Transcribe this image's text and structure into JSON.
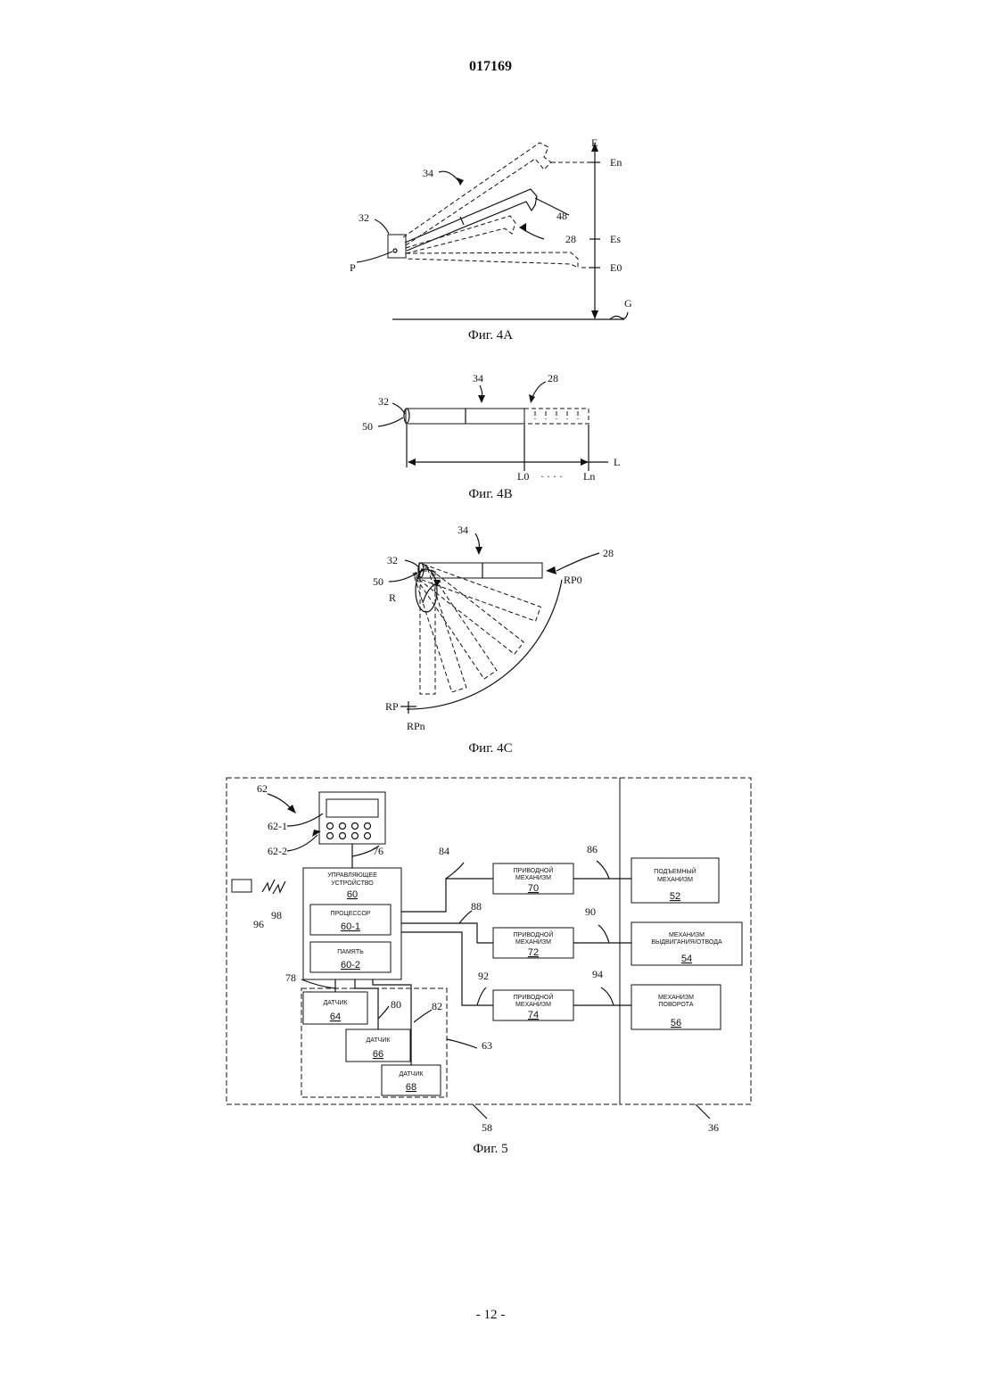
{
  "header": {
    "doc_number": "017169"
  },
  "footer": {
    "page_number": "- 12 -"
  },
  "fig4a": {
    "caption": "Фиг. 4А",
    "labels": {
      "l34": "34",
      "l32": "32",
      "lP": "P",
      "l48": "48",
      "l28": "28",
      "lE": "E",
      "lEn": "En",
      "lEs": "Es",
      "lE0": "E0",
      "lG": "G"
    }
  },
  "fig4b": {
    "caption": "Фиг. 4В",
    "labels": {
      "l34": "34",
      "l28": "28",
      "l32": "32",
      "l50": "50",
      "lL": "L",
      "lL0": "L0",
      "lLn": "Ln",
      "dots": "· · · ·"
    }
  },
  "fig4c": {
    "caption": "Фиг. 4С",
    "labels": {
      "l34": "34",
      "l28": "28",
      "l32": "32",
      "l50": "50",
      "lR": "R",
      "lRP0": "RP0",
      "lRP": "RP",
      "lRPn": "RPn"
    }
  },
  "fig5": {
    "caption": "Фиг. 5",
    "labels": {
      "l62": "62",
      "l62_1": "62-1",
      "l62_2": "62-2",
      "l76": "76",
      "l84": "84",
      "l86": "86",
      "l88": "88",
      "l90": "90",
      "l92": "92",
      "l94": "94",
      "l96": "96",
      "l98": "98",
      "l78": "78",
      "l80": "80",
      "l82": "82",
      "l63": "63",
      "l58": "58",
      "l36": "36"
    },
    "controller": {
      "title1": "УПРАВЛЯЮЩЕЕ",
      "title2": "УСТРОЙСТВО",
      "num": "60"
    },
    "processor": {
      "title": "ПРОЦЕССОР",
      "num": "60-1"
    },
    "memory": {
      "title": "ПАМЯТЬ",
      "num": "60-2"
    },
    "drive70": {
      "title1": "ПРИВОДНОЙ",
      "title2": "МЕХАНИЗМ",
      "num": "70"
    },
    "drive72": {
      "title1": "ПРИВОДНОЙ",
      "title2": "МЕХАНИЗМ",
      "num": "72"
    },
    "drive74": {
      "title1": "ПРИВОДНОЙ",
      "title2": "МЕХАНИЗМ",
      "num": "74"
    },
    "mech52": {
      "title1": "ПОДЪЕМНЫЙ",
      "title2": "МЕХАНИЗМ",
      "num": "52"
    },
    "mech54": {
      "title1": "МЕХАНИЗМ",
      "title2": "ВЫДВИГАНИЯ/ОТВОДА",
      "num": "54"
    },
    "mech56": {
      "title1": "МЕХАНИЗМ",
      "title2": "ПОВОРОТА",
      "num": "56"
    },
    "sensor64": {
      "title": "ДАТЧИК",
      "num": "64"
    },
    "sensor66": {
      "title": "ДАТЧИК",
      "num": "66"
    },
    "sensor68": {
      "title": "ДАТЧИК",
      "num": "68"
    }
  }
}
